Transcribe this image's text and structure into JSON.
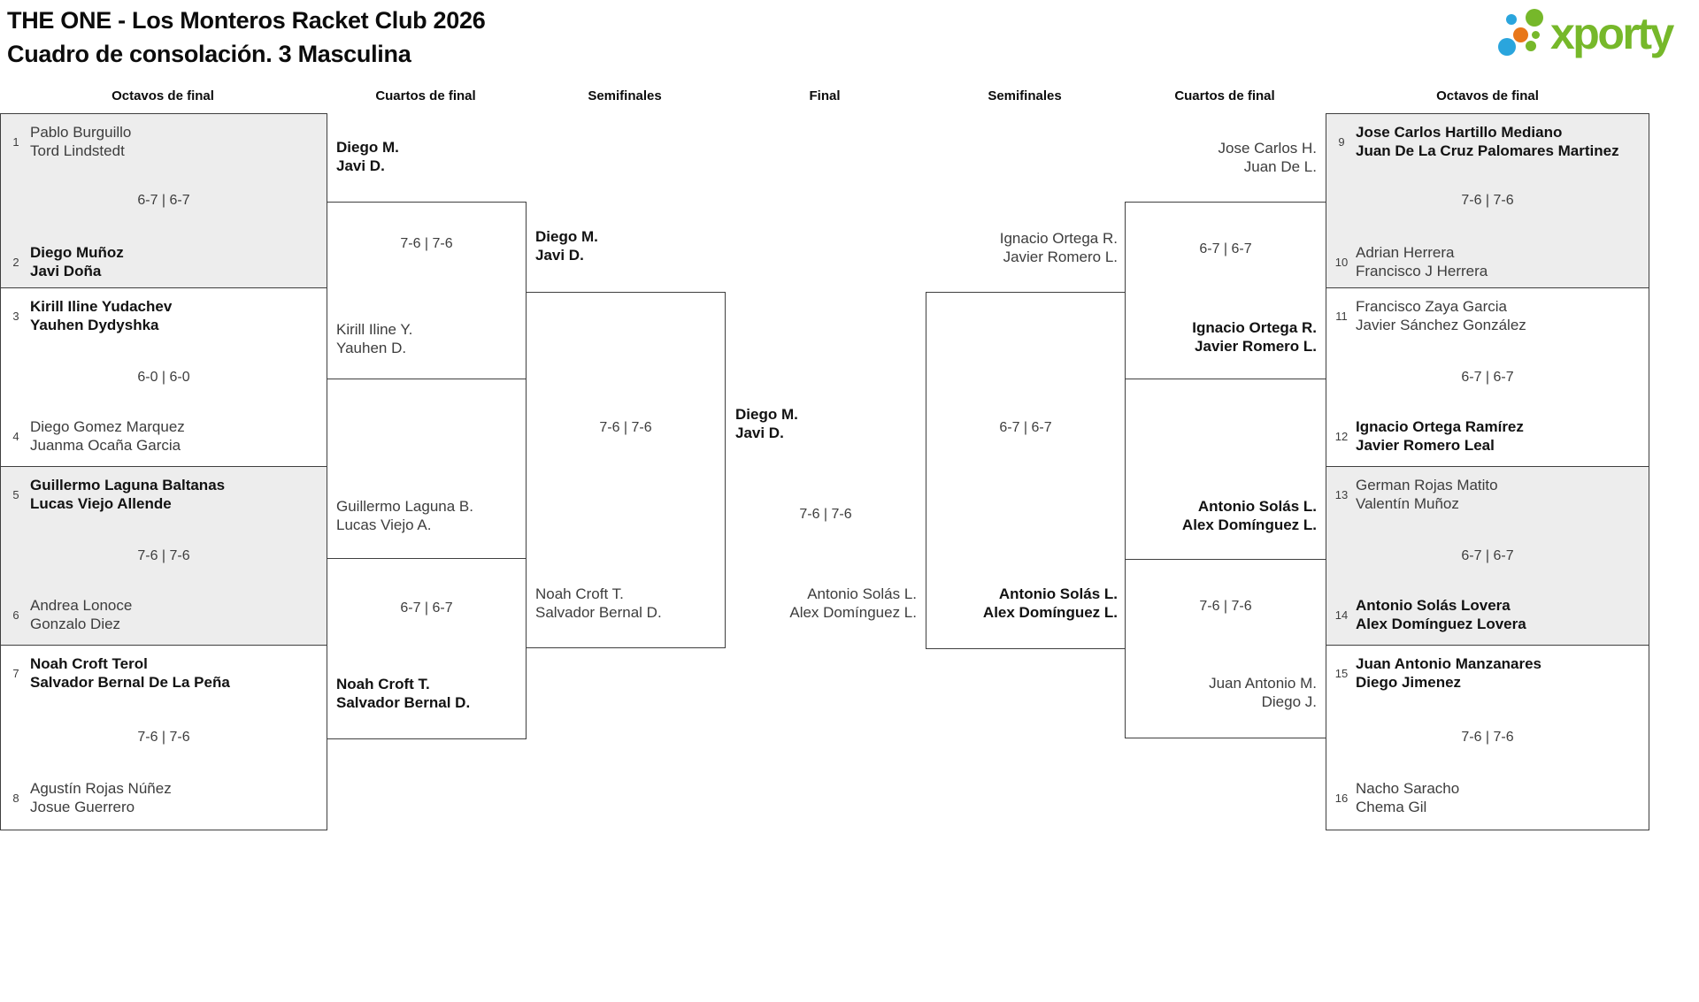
{
  "page": {
    "title_line1": "THE ONE - Los Monteros Racket Club 2026",
    "title_line2": "Cuadro de consolación. 3 Masculina"
  },
  "logo": {
    "brand": "xporty"
  },
  "colors": {
    "logo_green": "#76b82a",
    "logo_blue": "#2aa5dd",
    "logo_orange": "#e8771a",
    "shaded_box": "#ededed",
    "line": "#3f3f3f"
  },
  "round_headers": [
    "Octavos de final",
    "Cuartos de final",
    "Semifinales",
    "Final",
    "Semifinales",
    "Cuartos de final",
    "Octavos de final"
  ],
  "first_round": [
    {
      "side": "left",
      "shaded": true,
      "score": "6-7 | 6-7",
      "top": {
        "seed": "1",
        "p1": "Pablo Burguillo",
        "p2": "Tord Lindstedt",
        "winner": false
      },
      "bottom": {
        "seed": "2",
        "p1": "Diego Muñoz",
        "p2": "Javi Doña",
        "winner": true
      }
    },
    {
      "side": "left",
      "shaded": false,
      "score": "6-0 | 6-0",
      "top": {
        "seed": "3",
        "p1": "Kirill Iline Yudachev",
        "p2": "Yauhen Dydyshka",
        "winner": true
      },
      "bottom": {
        "seed": "4",
        "p1": "Diego Gomez Marquez",
        "p2": "Juanma Ocaña Garcia",
        "winner": false
      }
    },
    {
      "side": "left",
      "shaded": true,
      "score": "7-6 | 7-6",
      "top": {
        "seed": "5",
        "p1": "Guillermo Laguna Baltanas",
        "p2": "Lucas Viejo Allende",
        "winner": true
      },
      "bottom": {
        "seed": "6",
        "p1": "Andrea Lonoce",
        "p2": "Gonzalo Diez",
        "winner": false
      }
    },
    {
      "side": "left",
      "shaded": false,
      "score": "7-6 | 7-6",
      "top": {
        "seed": "7",
        "p1": "Noah Croft Terol",
        "p2": "Salvador Bernal De La Peña",
        "winner": true
      },
      "bottom": {
        "seed": "8",
        "p1": "Agustín Rojas Núñez",
        "p2": "Josue Guerrero",
        "winner": false
      }
    },
    {
      "side": "right",
      "shaded": true,
      "score": "7-6 | 7-6",
      "top": {
        "seed": "9",
        "p1": "Jose Carlos Hartillo Mediano",
        "p2": "Juan De La Cruz Palomares Martinez",
        "winner": true
      },
      "bottom": {
        "seed": "10",
        "p1": "Adrian Herrera",
        "p2": "Francisco J Herrera",
        "winner": false
      }
    },
    {
      "side": "right",
      "shaded": false,
      "score": "6-7 | 6-7",
      "top": {
        "seed": "11",
        "p1": "Francisco Zaya Garcia",
        "p2": "Javier Sánchez González",
        "winner": false
      },
      "bottom": {
        "seed": "12",
        "p1": "Ignacio Ortega Ramírez",
        "p2": "Javier Romero Leal",
        "winner": true
      }
    },
    {
      "side": "right",
      "shaded": true,
      "score": "6-7 | 6-7",
      "top": {
        "seed": "13",
        "p1": "German Rojas Matito",
        "p2": "Valentín Muñoz",
        "winner": false
      },
      "bottom": {
        "seed": "14",
        "p1": "Antonio Solás Lovera",
        "p2": "Alex Domínguez Lovera",
        "winner": true
      }
    },
    {
      "side": "right",
      "shaded": false,
      "score": "7-6 | 7-6",
      "top": {
        "seed": "15",
        "p1": "Juan Antonio Manzanares",
        "p2": "Diego Jimenez",
        "winner": true
      },
      "bottom": {
        "seed": "16",
        "p1": "Nacho Saracho",
        "p2": "Chema Gil",
        "winner": false
      }
    }
  ],
  "quarterfinals": [
    {
      "side": "left",
      "score": "7-6 | 7-6",
      "top": {
        "p1": "Diego M.",
        "p2": "Javi D.",
        "winner": true
      },
      "bottom": {
        "p1": "Kirill Iline Y.",
        "p2": "Yauhen D.",
        "winner": false
      }
    },
    {
      "side": "left",
      "score": "6-7 | 6-7",
      "top": {
        "p1": "Guillermo Laguna B.",
        "p2": "Lucas Viejo A.",
        "winner": false
      },
      "bottom": {
        "p1": "Noah Croft T.",
        "p2": "Salvador Bernal D.",
        "winner": true
      }
    },
    {
      "side": "right",
      "score": "6-7 | 6-7",
      "top": {
        "p1": "Jose Carlos H.",
        "p2": "Juan De L.",
        "winner": false
      },
      "bottom": {
        "p1": "Ignacio Ortega R.",
        "p2": "Javier Romero L.",
        "winner": true
      }
    },
    {
      "side": "right",
      "score": "7-6 | 7-6",
      "top": {
        "p1": "Antonio Solás L.",
        "p2": "Alex Domínguez L.",
        "winner": true
      },
      "bottom": {
        "p1": "Juan Antonio M.",
        "p2": "Diego J.",
        "winner": false
      }
    }
  ],
  "semifinals": [
    {
      "side": "left",
      "score": "7-6 | 7-6",
      "top": {
        "p1": "Diego M.",
        "p2": "Javi D.",
        "winner": true
      },
      "bottom": {
        "p1": "Noah Croft T.",
        "p2": "Salvador Bernal D.",
        "winner": false
      }
    },
    {
      "side": "right",
      "score": "6-7 | 6-7",
      "top": {
        "p1": "Ignacio Ortega R.",
        "p2": "Javier Romero L.",
        "winner": false
      },
      "bottom": {
        "p1": "Antonio Solás L.",
        "p2": "Alex Domínguez L.",
        "winner": true
      }
    }
  ],
  "final": {
    "score": "7-6 | 7-6",
    "top": {
      "p1": "Diego M.",
      "p2": "Javi D.",
      "winner": true
    },
    "bottom": {
      "p1": "Antonio Solás L.",
      "p2": "Alex Domínguez L.",
      "winner": false
    }
  }
}
